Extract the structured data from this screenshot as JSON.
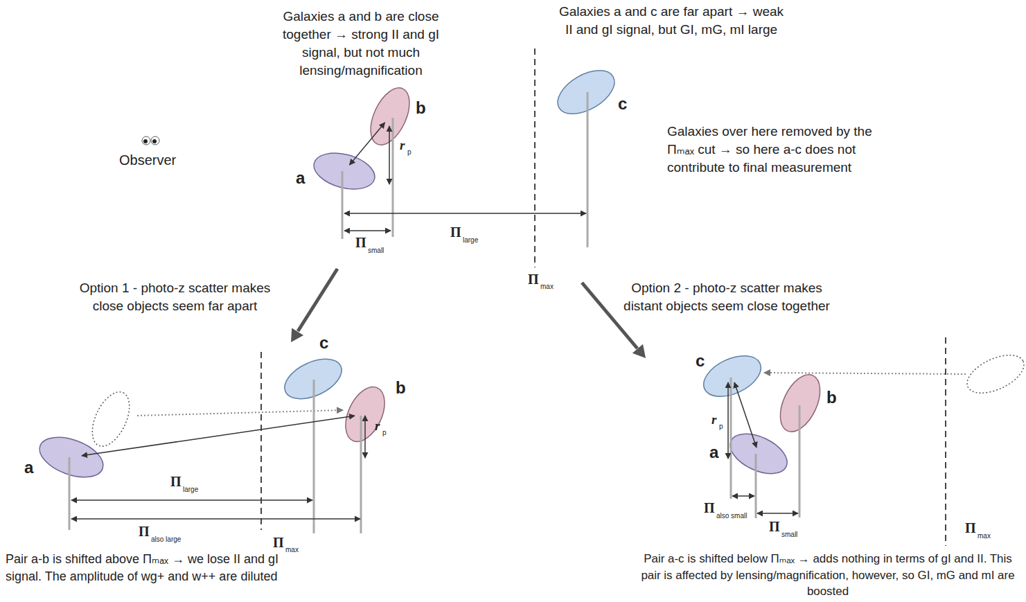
{
  "diagram": {
    "nodes": [
      {
        "text": [
          "a"
        ]
      },
      {
        "text": [
          "b"
        ]
      },
      {
        "text": [
          "c"
        ]
      },
      {
        "text": [
          "a"
        ]
      },
      {
        "text": [
          "b"
        ]
      },
      {
        "text": [
          "c"
        ]
      },
      {
        "text": [
          "a"
        ]
      },
      {
        "text": [
          "b"
        ]
      },
      {
        "text": [
          "c"
        ]
      }
    ],
    "edges": [
      {
        "from": 0,
        "to": 1,
        "arrow": "both"
      },
      {
        "from": 3,
        "to": 4,
        "arrow": "both"
      },
      {
        "from": 8,
        "to": 6,
        "arrow": "both"
      }
    ],
    "labels": [
      "Galaxies a and b are close together → strong II and gI signal, but not much lensing/magnification",
      "Galaxies a and c are far apart → weak II and gI signal, but GI, mG, mI large",
      "Galaxies over here removed by the Πₘₐₓ cut → so here a-c does not contribute to final measurement",
      "Option 1 - photo-z scatter makes close objects seem far apart",
      "Option 2 - photo-z scatter makes distant objects seem close together",
      "Pair a-b is shifted above Πₘₐₓ → we lose II and gI signal. The amplitude of wg+ and w++ are diluted",
      "Pair a-c is shifted below Πₘₐₓ → adds nothing in terms of gI and II. This pair is affected by lensing/magnification, however, so GI, mG and mI are boosted",
      "Observer",
      "r",
      "p",
      "Π",
      "small",
      "Π",
      "large",
      "Π",
      "max",
      "r",
      "p",
      "Π",
      "large",
      "Π",
      "also large",
      "Π",
      "max",
      "r",
      "p",
      "Π",
      "also small",
      "Π",
      "small",
      "Π",
      "max"
    ]
  }
}
